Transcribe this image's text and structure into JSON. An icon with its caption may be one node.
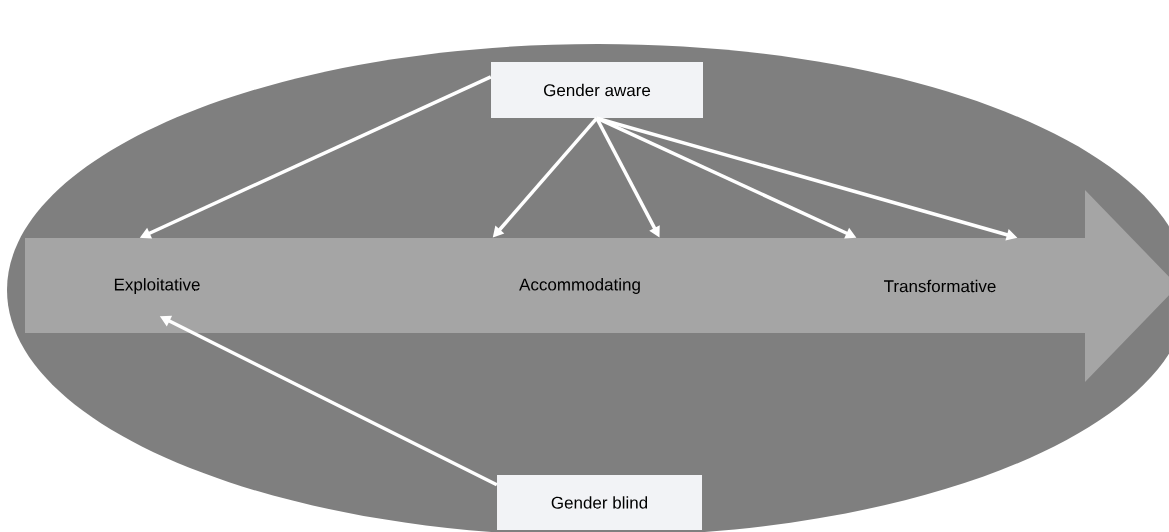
{
  "diagram": {
    "nodes": [
      {
        "text": [
          "Gender aware"
        ]
      },
      {
        "text": [],
        "shape": "arrow"
      },
      {
        "text": [
          "Exploitative"
        ],
        "in": 1
      },
      {
        "text": [
          "Accommodating"
        ],
        "in": 1
      },
      {
        "text": [
          "Transformative"
        ],
        "in": 1
      },
      {
        "text": [
          "Gender blind"
        ]
      }
    ],
    "edges": [
      {
        "from": 0,
        "to": 2,
        "arrow": "to"
      },
      {
        "from": 0,
        "to": 3,
        "arrow": "to"
      },
      {
        "from": 0,
        "to": 3,
        "arrow": "to"
      },
      {
        "from": 0,
        "to": 4,
        "arrow": "to"
      },
      {
        "from": 0,
        "to": 4,
        "arrow": "to"
      },
      {
        "from": 5,
        "to": 2,
        "arrow": "to"
      }
    ]
  }
}
